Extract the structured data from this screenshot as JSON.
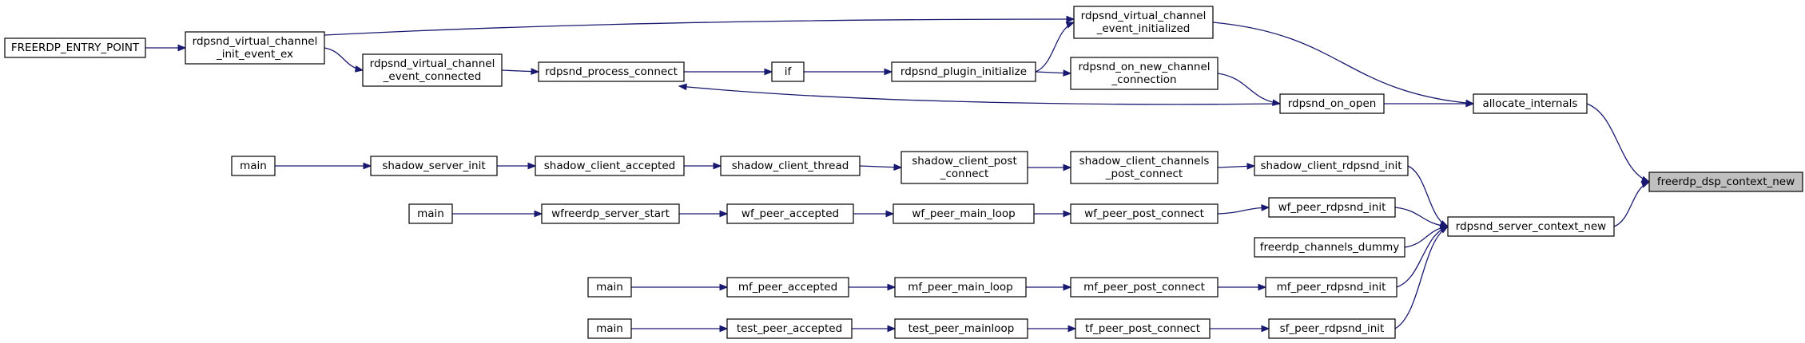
{
  "colors": {
    "edge": "#191970",
    "root_fill": "#bfbfbf",
    "node_fill": "#ffffff"
  },
  "nodes": [
    {
      "id": "n_root",
      "lines": [
        "freerdp_dsp_context_new"
      ]
    },
    {
      "id": "n_alloc",
      "lines": [
        "allocate_internals"
      ]
    },
    {
      "id": "n_srvctx",
      "lines": [
        "rdpsnd_server_context_new"
      ]
    },
    {
      "id": "n_vcinit",
      "lines": [
        "rdpsnd_virtual_channel",
        "_event_initialized"
      ]
    },
    {
      "id": "n_onopen",
      "lines": [
        "rdpsnd_on_open"
      ]
    },
    {
      "id": "n_newchan",
      "lines": [
        "rdpsnd_on_new_channel",
        "_connection"
      ]
    },
    {
      "id": "n_pluginit",
      "lines": [
        "rdpsnd_plugin_initialize"
      ]
    },
    {
      "id": "n_if",
      "lines": [
        "if"
      ]
    },
    {
      "id": "n_proccon",
      "lines": [
        "rdpsnd_process_connect"
      ]
    },
    {
      "id": "n_vcconn",
      "lines": [
        "rdpsnd_virtual_channel",
        "_event_connected"
      ]
    },
    {
      "id": "n_initex",
      "lines": [
        "rdpsnd_virtual_channel",
        "_init_event_ex"
      ]
    },
    {
      "id": "n_entry",
      "lines": [
        "FREERDP_ENTRY_POINT"
      ]
    },
    {
      "id": "n_shrd",
      "lines": [
        "shadow_client_rdpsnd_init"
      ]
    },
    {
      "id": "n_shchan",
      "lines": [
        "shadow_client_channels",
        "_post_connect"
      ]
    },
    {
      "id": "n_shpost",
      "lines": [
        "shadow_client_post",
        "_connect"
      ]
    },
    {
      "id": "n_shthread",
      "lines": [
        "shadow_client_thread"
      ]
    },
    {
      "id": "n_shacc",
      "lines": [
        "shadow_client_accepted"
      ]
    },
    {
      "id": "n_shsrv",
      "lines": [
        "shadow_server_init"
      ]
    },
    {
      "id": "n_main1",
      "lines": [
        "main"
      ]
    },
    {
      "id": "n_wfrd",
      "lines": [
        "wf_peer_rdpsnd_init"
      ]
    },
    {
      "id": "n_wfpost",
      "lines": [
        "wf_peer_post_connect"
      ]
    },
    {
      "id": "n_wfloop",
      "lines": [
        "wf_peer_main_loop"
      ]
    },
    {
      "id": "n_wfacc",
      "lines": [
        "wf_peer_accepted"
      ]
    },
    {
      "id": "n_wfstart",
      "lines": [
        "wfreerdp_server_start"
      ]
    },
    {
      "id": "n_main2",
      "lines": [
        "main"
      ]
    },
    {
      "id": "n_dummy",
      "lines": [
        "freerdp_channels_dummy"
      ]
    },
    {
      "id": "n_mfrd",
      "lines": [
        "mf_peer_rdpsnd_init"
      ]
    },
    {
      "id": "n_mfpost",
      "lines": [
        "mf_peer_post_connect"
      ]
    },
    {
      "id": "n_mfloop",
      "lines": [
        "mf_peer_main_loop"
      ]
    },
    {
      "id": "n_mfacc",
      "lines": [
        "mf_peer_accepted"
      ]
    },
    {
      "id": "n_main3",
      "lines": [
        "main"
      ]
    },
    {
      "id": "n_sfrd",
      "lines": [
        "sf_peer_rdpsnd_init"
      ]
    },
    {
      "id": "n_tfpost",
      "lines": [
        "tf_peer_post_connect"
      ]
    },
    {
      "id": "n_testloop",
      "lines": [
        "test_peer_mainloop"
      ]
    },
    {
      "id": "n_testacc",
      "lines": [
        "test_peer_accepted"
      ]
    },
    {
      "id": "n_main4",
      "lines": [
        "main"
      ]
    }
  ],
  "edges": [
    {
      "from": "n_alloc",
      "to": "n_root"
    },
    {
      "from": "n_srvctx",
      "to": "n_root"
    },
    {
      "from": "n_vcinit",
      "to": "n_alloc"
    },
    {
      "from": "n_onopen",
      "to": "n_alloc"
    },
    {
      "from": "n_shrd",
      "to": "n_srvctx"
    },
    {
      "from": "n_wfrd",
      "to": "n_srvctx"
    },
    {
      "from": "n_dummy",
      "to": "n_srvctx"
    },
    {
      "from": "n_mfrd",
      "to": "n_srvctx"
    },
    {
      "from": "n_sfrd",
      "to": "n_srvctx"
    },
    {
      "from": "n_pluginit",
      "to": "n_vcinit"
    },
    {
      "from": "n_initex",
      "to": "n_vcinit"
    },
    {
      "from": "n_newchan",
      "to": "n_onopen"
    },
    {
      "from": "n_onopen",
      "to": "n_proccon"
    },
    {
      "from": "n_pluginit",
      "to": "n_newchan"
    },
    {
      "from": "n_if",
      "to": "n_pluginit"
    },
    {
      "from": "n_proccon",
      "to": "n_if"
    },
    {
      "from": "n_vcconn",
      "to": "n_proccon"
    },
    {
      "from": "n_initex",
      "to": "n_vcconn"
    },
    {
      "from": "n_entry",
      "to": "n_initex"
    },
    {
      "from": "n_shchan",
      "to": "n_shrd"
    },
    {
      "from": "n_shpost",
      "to": "n_shchan"
    },
    {
      "from": "n_shthread",
      "to": "n_shpost"
    },
    {
      "from": "n_shacc",
      "to": "n_shthread"
    },
    {
      "from": "n_shsrv",
      "to": "n_shacc"
    },
    {
      "from": "n_main1",
      "to": "n_shsrv"
    },
    {
      "from": "n_wfpost",
      "to": "n_wfrd"
    },
    {
      "from": "n_wfloop",
      "to": "n_wfpost"
    },
    {
      "from": "n_wfacc",
      "to": "n_wfloop"
    },
    {
      "from": "n_wfstart",
      "to": "n_wfacc"
    },
    {
      "from": "n_main2",
      "to": "n_wfstart"
    },
    {
      "from": "n_mfpost",
      "to": "n_mfrd"
    },
    {
      "from": "n_mfloop",
      "to": "n_mfpost"
    },
    {
      "from": "n_mfacc",
      "to": "n_mfloop"
    },
    {
      "from": "n_main3",
      "to": "n_mfacc"
    },
    {
      "from": "n_tfpost",
      "to": "n_sfrd"
    },
    {
      "from": "n_testloop",
      "to": "n_tfpost"
    },
    {
      "from": "n_testacc",
      "to": "n_testloop"
    },
    {
      "from": "n_main4",
      "to": "n_testacc"
    }
  ]
}
